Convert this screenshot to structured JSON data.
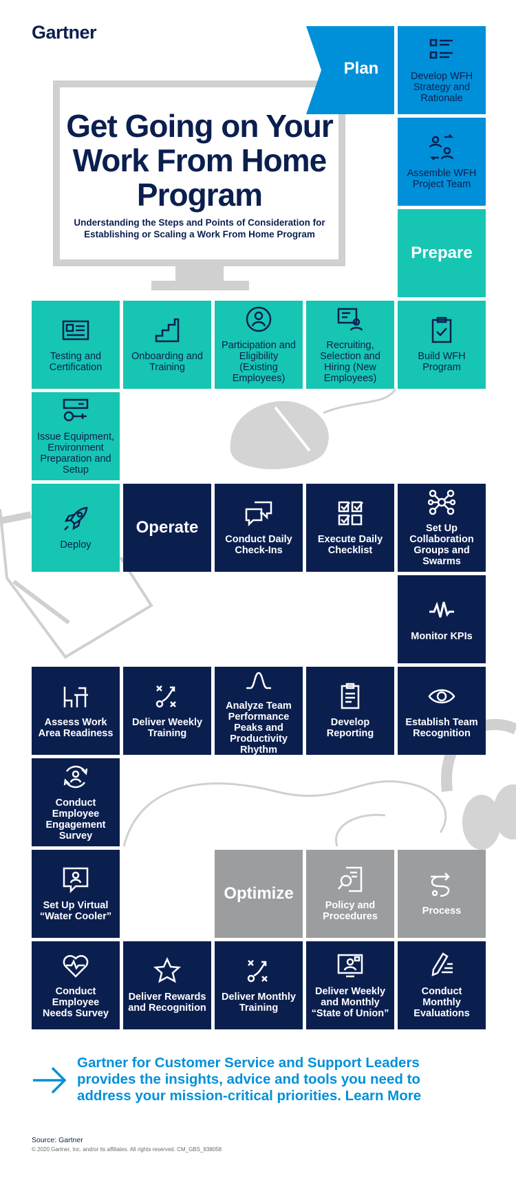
{
  "brand": {
    "logo": "Gartner"
  },
  "header": {
    "title": "Get Going on Your Work From Home Program",
    "subtitle": "Understanding the Steps and Points of Consideration for Establishing or Scaling a Work From Home Program"
  },
  "stages": {
    "plan": "Plan",
    "prepare": "Prepare",
    "operate": "Operate",
    "optimize": "Optimize"
  },
  "tiles": {
    "develop_wfh": "Develop WFH Strategy and Rationale",
    "assemble": "Assemble WFH Project Team",
    "build": "Build WFH Program",
    "recruiting": "Recruiting, Selection and Hiring (New Employees)",
    "participation": "Participation and Eligibility (Existing Employees)",
    "onboarding": "Onboarding and Training",
    "testing": "Testing and Certification",
    "issue": "Issue Equipment, Environment Preparation and Setup",
    "deploy": "Deploy",
    "checkins": "Conduct Daily Check-Ins",
    "checklist": "Execute Daily Checklist",
    "collab": "Set Up Collaboration Groups and Swarms",
    "kpis": "Monitor KPIs",
    "recognition": "Establish Team Recognition",
    "reporting": "Develop Reporting",
    "analyze": "Analyze Team Performance Peaks and Productivity Rhythm",
    "weekly_training": "Deliver Weekly Training",
    "assess": "Assess Work Area Readiness",
    "engagement": "Conduct Employee Engagement Survey",
    "water": "Set Up Virtual “Water Cooler”",
    "needs": "Conduct Employee Needs Survey",
    "rewards": "Deliver Rewards and Recognition",
    "monthly_training": "Deliver Monthly Training",
    "state": "Deliver Weekly and Monthly “State of Union”",
    "evaluations": "Conduct Monthly Evaluations",
    "policy": "Policy and Procedures",
    "process": "Process"
  },
  "cta": {
    "text": "Gartner for Customer Service and Support Leaders provides the insights, advice and tools you need to address your mission-critical priorities.",
    "link": "Learn More"
  },
  "footer": {
    "source": "Source:  Gartner",
    "copyright": "© 2020 Gartner, Inc. and/or its affiliates. All rights reserved. CM_GBS_938058"
  },
  "colors": {
    "blue": "#0090d9",
    "teal": "#17c5b3",
    "navy": "#0b1f4f",
    "gray": "#9b9d9f"
  }
}
